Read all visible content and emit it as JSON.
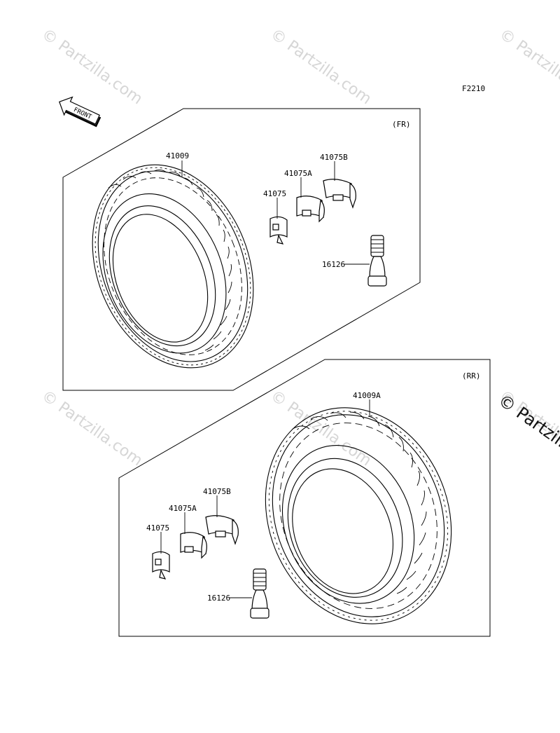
{
  "figure_code": "F2210",
  "watermarks": [
    "© Partzilla.com",
    "© Partzilla.com",
    "© Partzilla.com",
    "© Partzilla.com",
    "© Partzilla.com",
    "© Partzilla.com"
  ],
  "watermark_edge": "© Partzilla.com",
  "front_arrow": {
    "label": "FRONT",
    "icon": "front-arrow-icon"
  },
  "panels": {
    "front": {
      "section_label": "(FR)",
      "parts": {
        "tire": "41009",
        "weight": "41075",
        "weight_a": "41075A",
        "weight_b": "41075B",
        "valve": "16126"
      }
    },
    "rear": {
      "section_label": "(RR)",
      "parts": {
        "tire": "41009A",
        "weight": "41075",
        "weight_a": "41075A",
        "weight_b": "41075B",
        "valve": "16126"
      }
    }
  }
}
